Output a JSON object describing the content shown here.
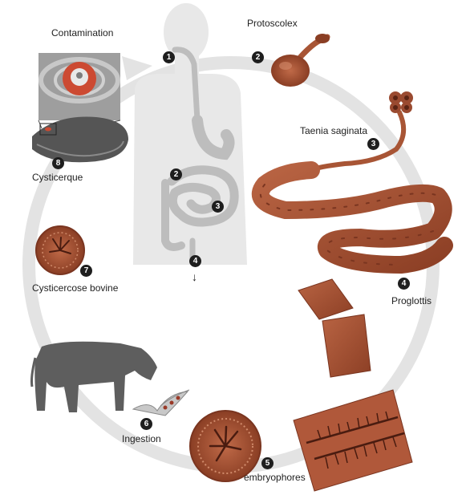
{
  "labels": {
    "contamination": "Contamination",
    "protoscolex": "Protoscolex",
    "taenia": "Taenia saginata",
    "proglottis": "Proglottis",
    "embryophores": "embryophores",
    "ingestion": "Ingestion",
    "cysticercose": "Cysticercose bovine",
    "cysticerque": "Cysticerque"
  },
  "markers": {
    "m1": "1",
    "m2_top": "2",
    "m3_right": "3",
    "m2_body": "2",
    "m3_body": "3",
    "m4_body": "4",
    "m4_right": "4",
    "m5": "5",
    "m6": "6",
    "m7": "7",
    "m8": "8"
  },
  "symbols": {
    "down_arrow": "↓"
  },
  "colors": {
    "ring": "#e3e3e3",
    "silhouette": "#e6e6e6",
    "organ": "#bdbdbd",
    "worm": "#a85535",
    "worm_dark": "#7a3520",
    "cow": "#5e5e5e",
    "marker": "#1e1e1e"
  }
}
